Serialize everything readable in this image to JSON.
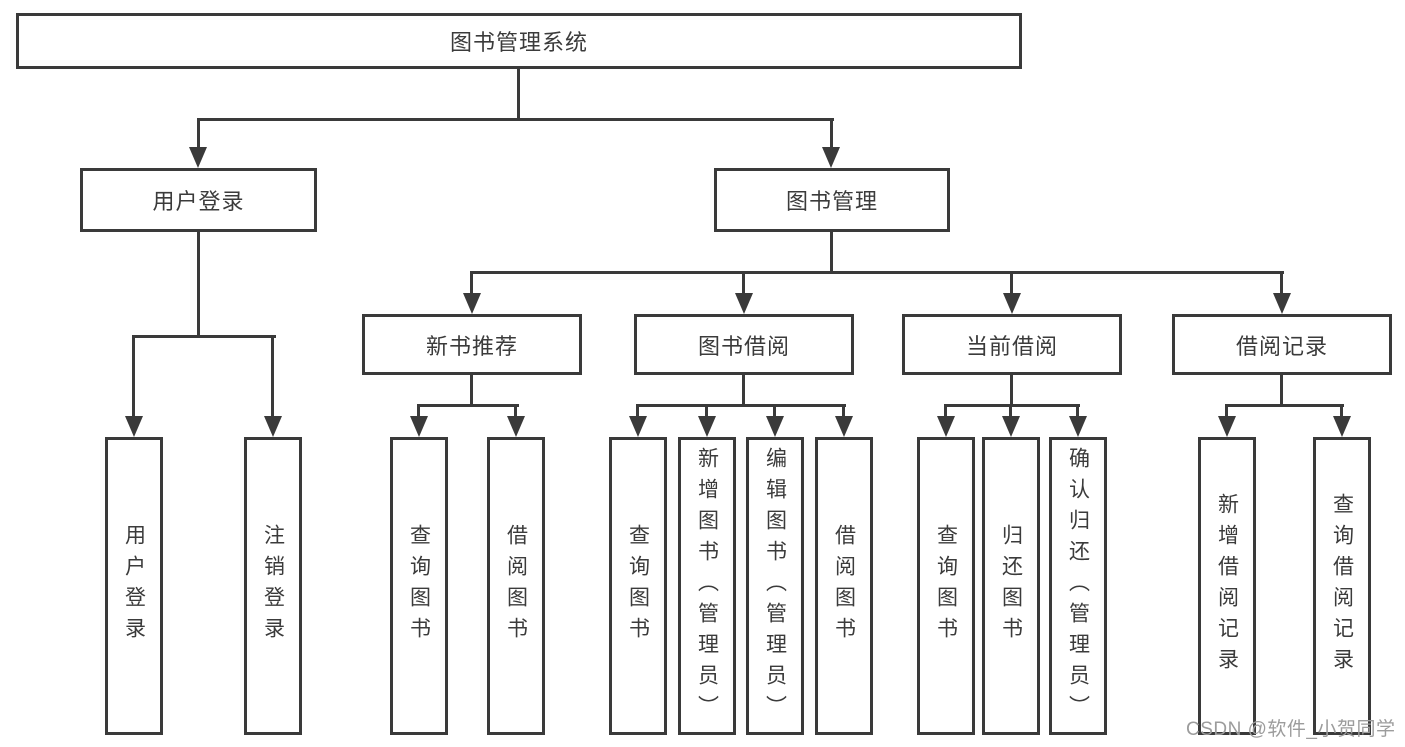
{
  "diagram_type": "hierarchy-tree",
  "tree": {
    "root": {
      "label": "图书管理系统",
      "children": [
        {
          "label": "用户登录",
          "children": [
            {
              "label": "用户登录"
            },
            {
              "label": "注销登录"
            }
          ]
        },
        {
          "label": "图书管理",
          "children": [
            {
              "label": "新书推荐",
              "children": [
                {
                  "label": "查询图书"
                },
                {
                  "label": "借阅图书"
                }
              ]
            },
            {
              "label": "图书借阅",
              "children": [
                {
                  "label": "查询图书"
                },
                {
                  "label": "新增图书（管理员）"
                },
                {
                  "label": "编辑图书（管理员）"
                },
                {
                  "label": "借阅图书"
                }
              ]
            },
            {
              "label": "当前借阅",
              "children": [
                {
                  "label": "查询图书"
                },
                {
                  "label": "归还图书"
                },
                {
                  "label": "确认归还（管理员）"
                }
              ]
            },
            {
              "label": "借阅记录",
              "children": [
                {
                  "label": "新增借阅记录"
                },
                {
                  "label": "查询借阅记录"
                }
              ]
            }
          ]
        }
      ]
    }
  },
  "watermark": {
    "text": "CSDN @软件_小贺同学",
    "color": "#9c9c9c"
  },
  "colors": {
    "line": "#3a3a3a",
    "text": "#3b3b3b",
    "background": "#ffffff"
  }
}
